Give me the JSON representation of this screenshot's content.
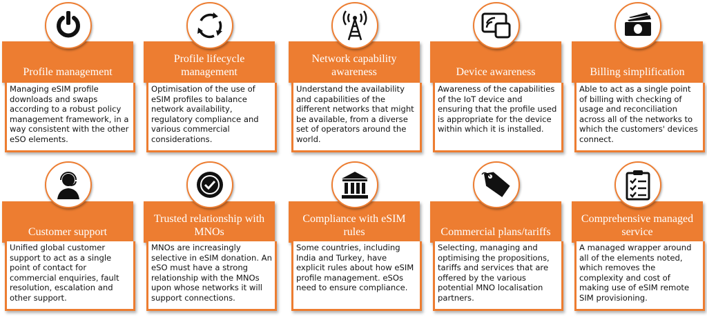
{
  "accent_color": "#ed7d31",
  "cards": [
    {
      "icon": "power-icon",
      "title": "Profile management",
      "text": "Managing eSIM profile downloads and swaps according to a robust policy management framework, in a way consistent with the other eSO elements."
    },
    {
      "icon": "cycle-arrows-icon",
      "title": "Profile lifecycle management",
      "text": "Optimisation of the use of eSIM profiles to balance network availability, regulatory compliance and various commercial considerations."
    },
    {
      "icon": "antenna-tower-icon",
      "title": "Network capability awareness",
      "text": "Understand the availability and capabilities of the different networks that might be available, from a diverse set of operators around the world."
    },
    {
      "icon": "device-wireless-icon",
      "title": "Device awareness",
      "text": "Awareness of the capabilities of the IoT device and ensuring that the profile used is appropriate for the device within which it is installed."
    },
    {
      "icon": "money-icon",
      "title": "Billing simplification",
      "text": "Able to act as a single point of billing with checking of usage and reconciliation across all of the networks to which the customers' devices connect."
    },
    {
      "icon": "headset-person-icon",
      "title": "Customer support",
      "text": "Unified global customer support to act as a single point of contact for commercial enquiries, fault resolution, escalation and other support."
    },
    {
      "icon": "verified-badge-icon",
      "title": "Trusted relationship with MNOs",
      "text": "MNOs are increasingly selective in eSIM donation. An eSO must have a strong relationship with the MNOs upon whose networks it will support connections."
    },
    {
      "icon": "government-building-icon",
      "title": "Compliance with eSIM rules",
      "text": "Some countries, including India and Turkey, have explicit rules about how eSIM profile management. eSOs need to ensure compliance."
    },
    {
      "icon": "price-tag-icon",
      "title": "Commercial plans/tariffs",
      "text": "Selecting, managing and optimising the propositions, tariffs and services that are offered by the various potential MNO localisation partners."
    },
    {
      "icon": "clipboard-checklist-icon",
      "title": "Comprehensive managed service",
      "text": "A managed wrapper around all of the elements noted, which removes the complexity and cost of making use of eSIM remote SIM provisioning."
    }
  ]
}
